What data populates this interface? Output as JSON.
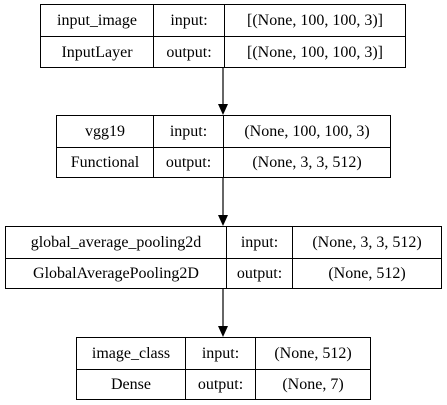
{
  "nodes": [
    {
      "name": "input_image",
      "type": "InputLayer",
      "input_label": "input:",
      "input_value": "[(None, 100, 100, 3)]",
      "output_label": "output:",
      "output_value": "[(None, 100, 100, 3)]"
    },
    {
      "name": "vgg19",
      "type": "Functional",
      "input_label": "input:",
      "input_value": "(None, 100, 100, 3)",
      "output_label": "output:",
      "output_value": "(None, 3, 3, 512)"
    },
    {
      "name": "global_average_pooling2d",
      "type": "GlobalAveragePooling2D",
      "input_label": "input:",
      "input_value": "(None, 3, 3, 512)",
      "output_label": "output:",
      "output_value": "(None, 512)"
    },
    {
      "name": "image_class",
      "type": "Dense",
      "input_label": "input:",
      "input_value": "(None, 512)",
      "output_label": "output:",
      "output_value": "(None, 7)"
    }
  ]
}
